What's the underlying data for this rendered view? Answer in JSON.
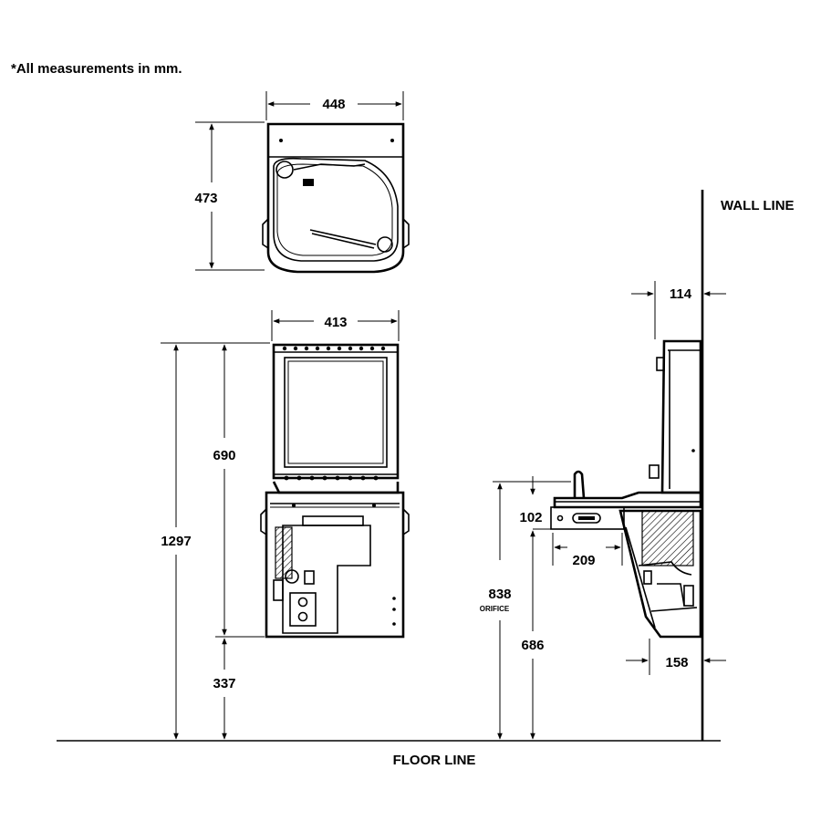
{
  "note": "*All measurements in mm.",
  "labels": {
    "wall_line": "WALL  LINE",
    "floor_line": "FLOOR LINE",
    "orifice": "ORIFICE"
  },
  "dimensions": {
    "top_width": "448",
    "top_depth": "473",
    "front_width": "413",
    "upper_height": "690",
    "total_height": "1297",
    "bottom_clearance": "337",
    "side_depth_top": "114",
    "spout_height": "102",
    "spout_projection": "209",
    "orifice_height": "838",
    "rim_height": "686",
    "bottom_depth": "158"
  },
  "colors": {
    "ink": "#000000",
    "paper": "#ffffff"
  }
}
